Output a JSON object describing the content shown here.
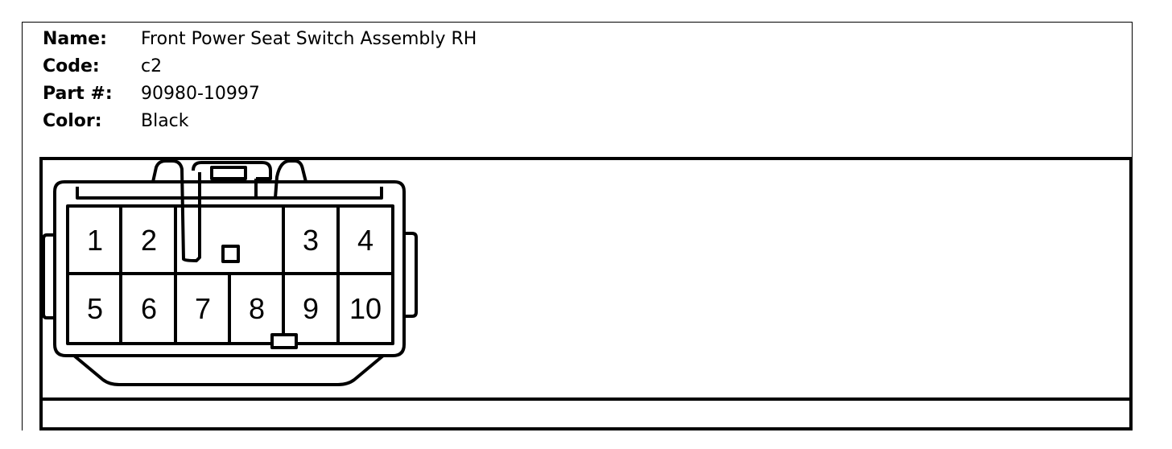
{
  "connector": {
    "name_label": "Name:",
    "name_value": "Front Power Seat Switch Assembly RH",
    "code_label": "Code:",
    "code_value": "c2",
    "part_label": "Part #:",
    "part_value": "90980-10997",
    "color_label": "Color:",
    "color_value": "Black"
  },
  "pins": {
    "p1": "1",
    "p2": "2",
    "p3": "3",
    "p4": "4",
    "p5": "5",
    "p6": "6",
    "p7": "7",
    "p8": "8",
    "p9": "9",
    "p10": "10"
  }
}
